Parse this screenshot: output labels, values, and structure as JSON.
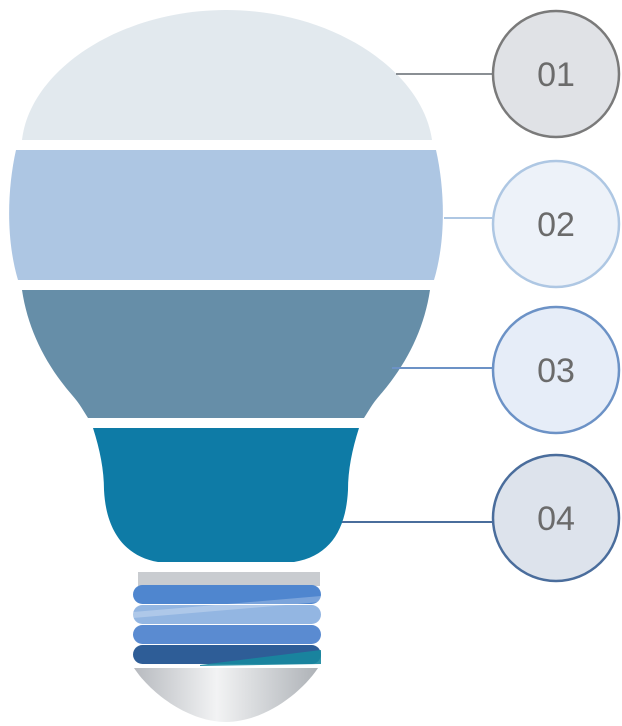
{
  "steps": [
    {
      "label": "01",
      "segment_color": "#e2e9ee",
      "circle_fill": "#e0e2e6",
      "circle_stroke": "#7a7a7a",
      "line_color": "#8a8f94"
    },
    {
      "label": "02",
      "segment_color": "#adc6e3",
      "circle_fill": "#edf2f9",
      "circle_stroke": "#aec7e3",
      "line_color": "#aec7e3"
    },
    {
      "label": "03",
      "segment_color": "#668ea8",
      "circle_fill": "#e6edf8",
      "circle_stroke": "#6c92c6",
      "line_color": "#6c92c6"
    },
    {
      "label": "04",
      "segment_color": "#0e7ba6",
      "circle_fill": "#dde3ec",
      "circle_stroke": "#4a6d9c",
      "line_color": "#4a6d9c"
    }
  ],
  "base": {
    "thread_colors": [
      "#4f86cf",
      "#93b6e2",
      "#5a8bd1",
      "#2e5d97"
    ],
    "cap_color": "#c9ccd0"
  }
}
